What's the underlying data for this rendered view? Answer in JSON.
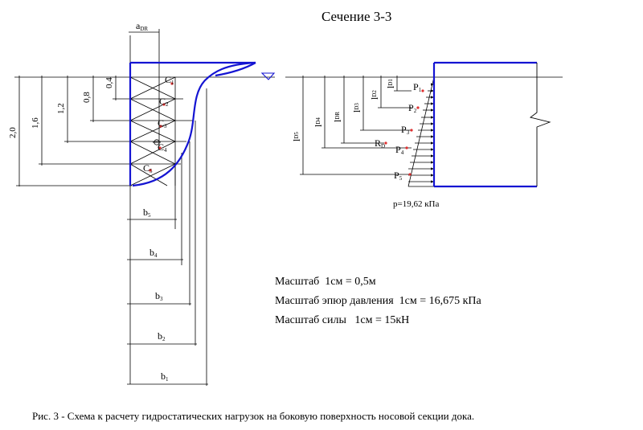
{
  "section_title": "Сечение  3-3",
  "dims": {
    "a_dr": {
      "main": "a",
      "sub": "DR"
    },
    "heights": [
      "0,4",
      "0,8",
      "1,2",
      "1,6",
      "2,0"
    ],
    "centroid_labels": [
      {
        "main": "C",
        "sub": "1"
      },
      {
        "main": "C",
        "sub": "2"
      },
      {
        "main": "C",
        "sub": "3"
      },
      {
        "main": "C",
        "sub": "4"
      },
      {
        "main": "C",
        "sub": "5"
      }
    ],
    "widths": [
      {
        "main": "b",
        "sub": "5"
      },
      {
        "main": "b",
        "sub": "4"
      },
      {
        "main": "b",
        "sub": "3"
      },
      {
        "main": "b",
        "sub": "2"
      },
      {
        "main": "b",
        "sub": "1"
      }
    ],
    "lever_arms": [
      {
        "main": "l",
        "sub": "D5"
      },
      {
        "main": "l",
        "sub": "D4"
      },
      {
        "main": "l",
        "sub": "DR"
      },
      {
        "main": "l",
        "sub": "D3"
      },
      {
        "main": "l",
        "sub": "D2"
      },
      {
        "main": "l",
        "sub": "D1"
      }
    ],
    "forces": [
      {
        "main": "P",
        "sub": "1"
      },
      {
        "main": "P",
        "sub": "2"
      },
      {
        "main": "P",
        "sub": "3"
      },
      {
        "main": "R",
        "sub": "D"
      },
      {
        "main": "P",
        "sub": "4"
      },
      {
        "main": "P",
        "sub": "5"
      }
    ],
    "pressure": "p=19,62 кПа"
  },
  "notes": [
    "Масштаб  1см = 0,5м",
    "Масштаб эпюр давления  1см = 16,675 кПа",
    "Масштаб силы   1см = 15кН"
  ],
  "caption": "Рис. 3 - Схема к расчету гидростатических нагрузок на боковую поверхность носовой секции дока.",
  "colors": {
    "outline": "#1414d2",
    "line": "#000000",
    "marker": "#e03030"
  }
}
